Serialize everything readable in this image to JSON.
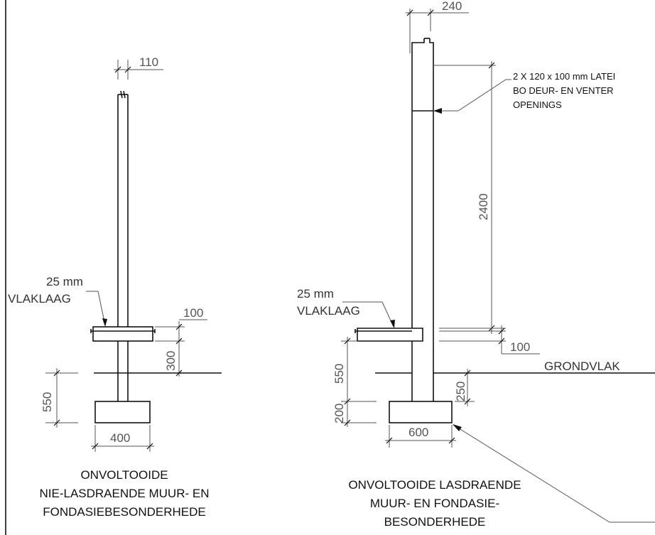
{
  "left_detail": {
    "dim_wall_thickness": "110",
    "dpc_label_line1": "25 mm",
    "dpc_label_line2": "VLAKLAAG",
    "dim_slab": "100",
    "dim_above_ground": "300",
    "dim_depth": "550",
    "dim_footing_width": "400",
    "caption_line1": "ONVOLTOOIDE",
    "caption_line2": "NIE-LASDRAENDE MUUR- EN",
    "caption_line3": "FONDASIEBESONDERHEDE"
  },
  "right_detail": {
    "dim_wall_thickness": "240",
    "lintel_note_line1": "2 X 120 x 100 mm LATEI",
    "lintel_note_line2": "BO DEUR- EN VENTER",
    "lintel_note_line3": "OPENINGS",
    "dim_height": "2400",
    "dpc_label_line1": "25 mm",
    "dpc_label_line2": "VLAKLAAG",
    "dim_slab": "100",
    "ground_label": "GRONDVLAK",
    "dim_depth": "550",
    "dim_below_ground": "250",
    "dim_footing_height": "200",
    "dim_footing_width": "600",
    "caption_line1": "ONVOLTOOIDE LASDRAENDE",
    "caption_line2": "MUUR- EN FONDASIE-",
    "caption_line3": "BESONDERHEDE"
  }
}
